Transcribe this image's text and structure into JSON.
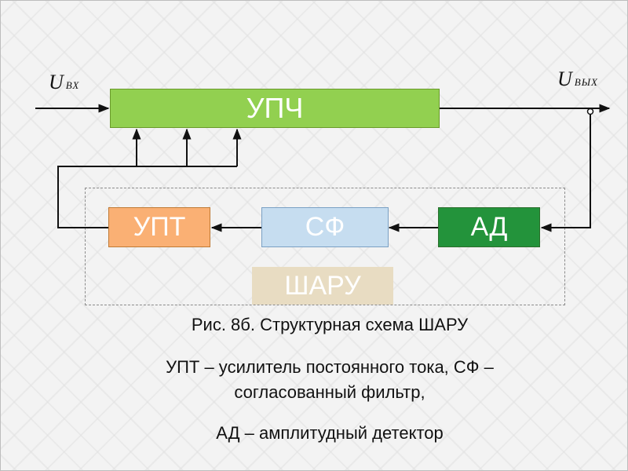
{
  "colors": {
    "upch": "#92d050",
    "upt": "#fab074",
    "sf": "#c6ddf0",
    "ad": "#23933b",
    "sharu": "#e8dcc2",
    "wire": "#111111"
  },
  "blocks": {
    "upch": "УПЧ",
    "upt": "УПТ",
    "sf": "СФ",
    "ad": "АД",
    "sharu": "ШАРУ"
  },
  "signals": {
    "input": {
      "symbol": "U",
      "sub": "ВХ"
    },
    "output": {
      "symbol": "U",
      "sub": "ВЫХ"
    }
  },
  "caption": {
    "title": "Рис. 8б. Структурная схема ШАРУ",
    "line1": "УПТ – усилитель постоянного тока, СФ –",
    "line2": "согласованный фильтр,",
    "line3": "АД – амплитудный детектор"
  }
}
